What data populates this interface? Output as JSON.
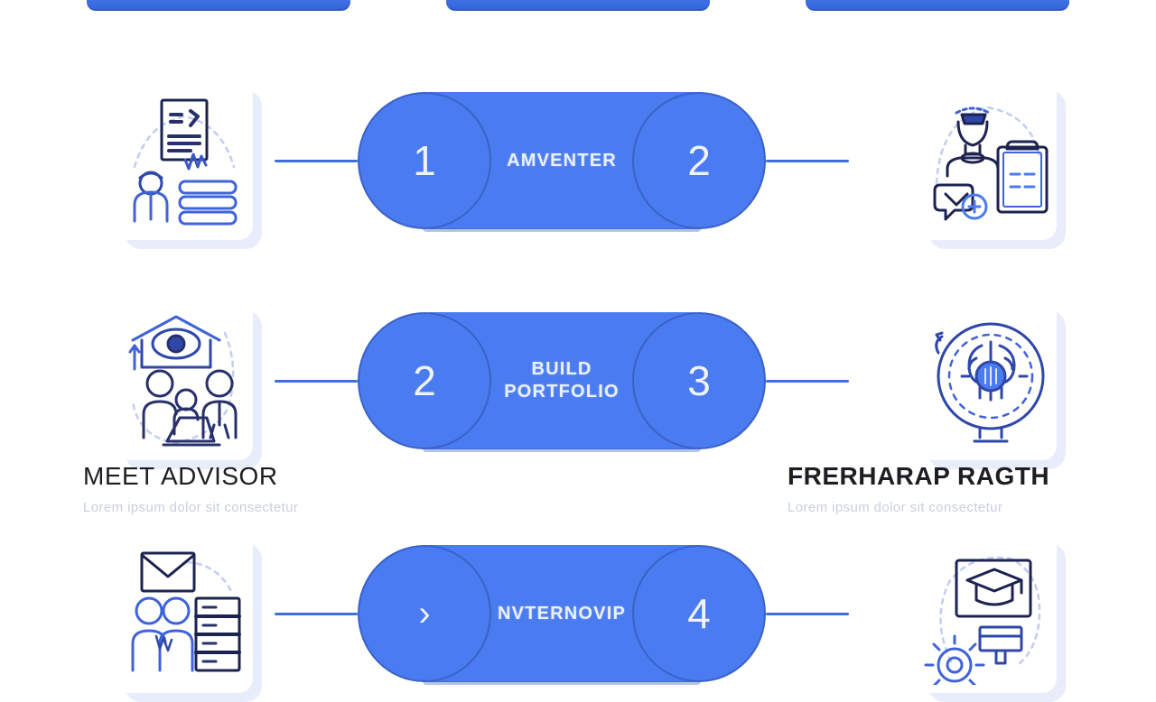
{
  "page": {
    "title": "Career Path Process Infographic",
    "background": "#ffffff",
    "accent_blue": "#4a7bf0",
    "line_blue": "#3f6fd8",
    "card_tint": "#e9edfb",
    "icon_navy": "#27306b"
  },
  "top_buttons": [
    {
      "label": ""
    },
    {
      "label": ""
    },
    {
      "label": ""
    }
  ],
  "rows": [
    {
      "id": "row-1",
      "left_icon": "resume-person-records-icon",
      "right_icon": "person-clipboard-chat-icon",
      "pill": {
        "left_number": "1",
        "label": "AMVENTER",
        "right_number": "2"
      }
    },
    {
      "id": "row-2",
      "left_icon": "home-family-laptop-icon",
      "right_icon": "globe-brain-network-icon",
      "pill": {
        "left_number": "2",
        "label": "BUILD\nPORTFOLIO",
        "label_line1": "BUILD",
        "label_line2": "PORTFOLIO",
        "right_number": "3"
      }
    },
    {
      "id": "row-3",
      "left_icon": "envelope-people-list-icon",
      "right_icon": "graduation-monitor-gear-icon",
      "pill": {
        "left_number": "›",
        "label": "NVTERNOVIP",
        "right_number": "4"
      }
    }
  ],
  "captions": [
    {
      "id": "caption-left",
      "title": "MEET ADVISOR",
      "subtitle": "Lorem ipsum dolor sit consectetur"
    },
    {
      "id": "caption-right",
      "title": "FRERHARAP RAGTH",
      "subtitle": "Lorem ipsum dolor sit consectetur"
    }
  ]
}
